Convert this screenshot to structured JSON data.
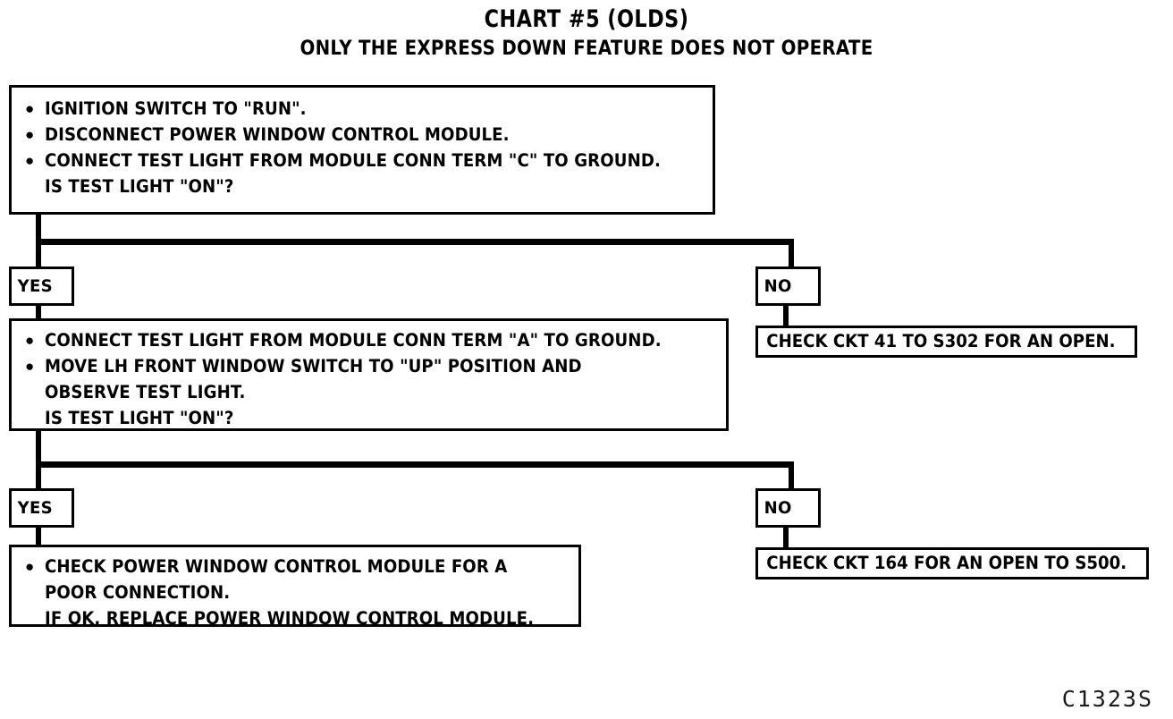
{
  "header": {
    "title": "CHART #5 (OLDS)",
    "subtitle": "ONLY THE EXPRESS DOWN FEATURE DOES NOT OPERATE"
  },
  "diagram": {
    "type": "flowchart",
    "step1": {
      "name": "initial-test-box",
      "lines": [
        {
          "bullet": true,
          "text": "IGNITION SWITCH TO \"RUN\"."
        },
        {
          "bullet": true,
          "text": "DISCONNECT POWER WINDOW CONTROL MODULE."
        },
        {
          "bullet": true,
          "text": "CONNECT TEST LIGHT FROM MODULE CONN TERM \"C\" TO GROUND."
        },
        {
          "bullet": false,
          "text": "IS TEST LIGHT \"ON\"?"
        }
      ]
    },
    "branch1": {
      "yes_label": "YES",
      "no_label": "NO"
    },
    "step2": {
      "name": "second-test-box",
      "lines": [
        {
          "bullet": true,
          "text": "CONNECT TEST LIGHT FROM MODULE CONN TERM \"A\" TO GROUND."
        },
        {
          "bullet": true,
          "text": "MOVE LH FRONT WINDOW SWITCH TO \"UP\" POSITION AND"
        },
        {
          "bullet": false,
          "text": "OBSERVE TEST LIGHT."
        },
        {
          "bullet": false,
          "text": "IS TEST LIGHT \"ON\"?"
        }
      ]
    },
    "branch2": {
      "yes_label": "YES",
      "no_label": "NO"
    },
    "step3": {
      "name": "final-action-box",
      "lines": [
        {
          "bullet": true,
          "text": "CHECK POWER WINDOW CONTROL MODULE FOR A"
        },
        {
          "bullet": false,
          "text": "POOR CONNECTION."
        },
        {
          "bullet": false,
          "text": "IF OK, REPLACE POWER WINDOW CONTROL MODULE."
        }
      ]
    },
    "result1": {
      "text": "CHECK CKT 41 TO S302 FOR AN OPEN."
    },
    "result2": {
      "text": "CHECK CKT 164 FOR AN OPEN TO S500."
    }
  },
  "footer": {
    "code": "C1323S"
  },
  "colors": {
    "ink": "#000000",
    "paper": "#ffffff"
  }
}
